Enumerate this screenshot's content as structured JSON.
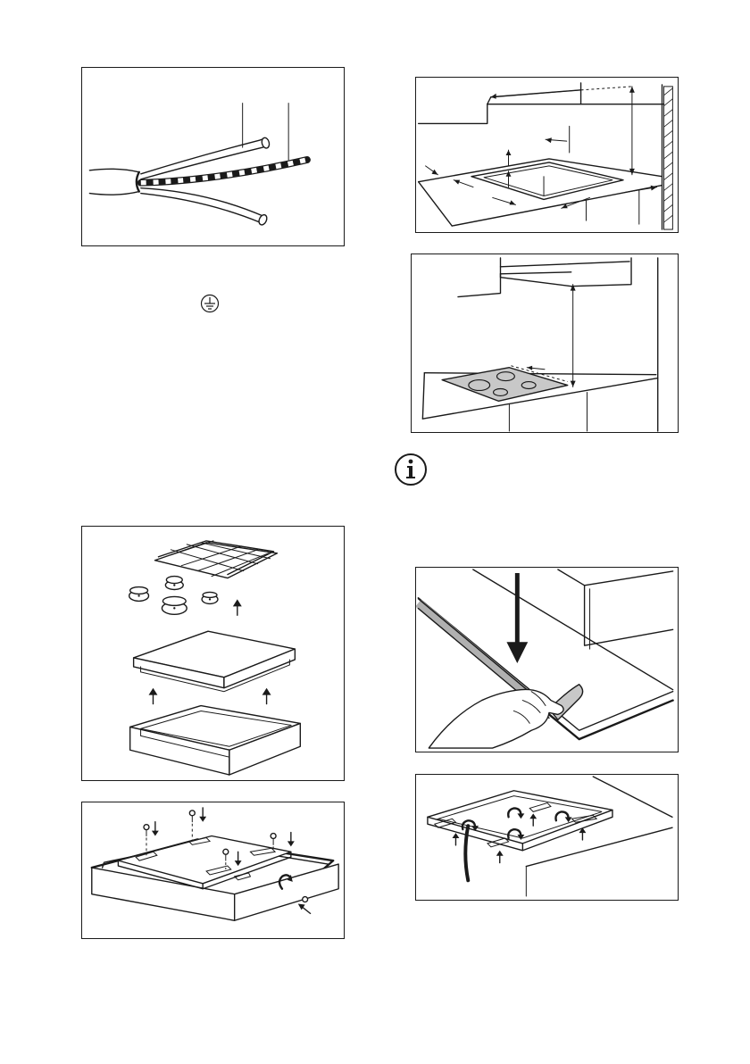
{
  "page": {
    "figures": [
      {
        "id": "cable-wires",
        "icon": "cable-wires-illustration"
      },
      {
        "id": "cabinet-clearances",
        "icon": "cabinet-clearance-illustration"
      },
      {
        "id": "hob-above-cabinet",
        "icon": "hob-hood-distance-illustration"
      },
      {
        "id": "hob-disassembly",
        "icon": "hob-parts-exploded-illustration"
      },
      {
        "id": "frame-screws",
        "icon": "frame-screw-illustration"
      },
      {
        "id": "seal-strip",
        "icon": "seal-strip-application-illustration"
      },
      {
        "id": "bracket-fixing",
        "icon": "bracket-fixing-illustration"
      }
    ],
    "symbols": {
      "earth": "earth-ground-symbol",
      "info": "info-icon"
    }
  }
}
